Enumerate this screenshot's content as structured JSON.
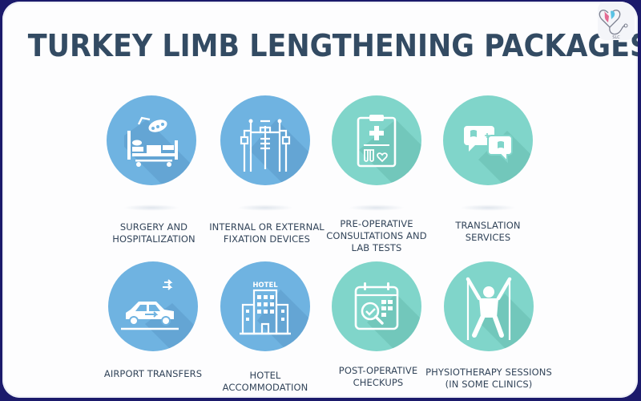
{
  "header": {
    "title": "TURKEY LIMB LENGTHENING PACKAGES",
    "logo_icon": "heart-stethoscope-logo-icon",
    "logo_text": "SLC"
  },
  "colors": {
    "title": "#334b63",
    "blue_circle": "#6fb3e1",
    "teal_circle": "#80d5ca",
    "label": "#33455a",
    "frame": "#1b1a6b"
  },
  "packages": [
    {
      "label": "SURGERY AND\nHOSPITALIZATION",
      "icon": "hospital-bed-icon",
      "color": "blue"
    },
    {
      "label": "INTERNAL OR EXTERNAL\nFIXATION DEVICES",
      "icon": "fixation-device-icon",
      "color": "blue"
    },
    {
      "label": "PRE-OPERATIVE\nCONSULTATIONS AND\nLAB TESTS",
      "icon": "clipboard-lab-icon",
      "color": "teal"
    },
    {
      "label": "TRANSLATION\nSERVICES",
      "icon": "chat-bubbles-icon",
      "color": "teal"
    },
    {
      "label": "AIRPORT TRANSFERS",
      "icon": "car-transfer-icon",
      "color": "blue"
    },
    {
      "label": "HOTEL\nACCOMMODATION",
      "icon": "hotel-icon",
      "color": "blue",
      "icon_text": "HOTEL"
    },
    {
      "label": "POST-OPERATIVE\nCHECKUPS",
      "icon": "calendar-check-icon",
      "color": "teal"
    },
    {
      "label": "PHYSIOTHERAPY SESSIONS\n(IN SOME CLINICS)",
      "icon": "physiotherapy-icon",
      "color": "teal"
    }
  ]
}
